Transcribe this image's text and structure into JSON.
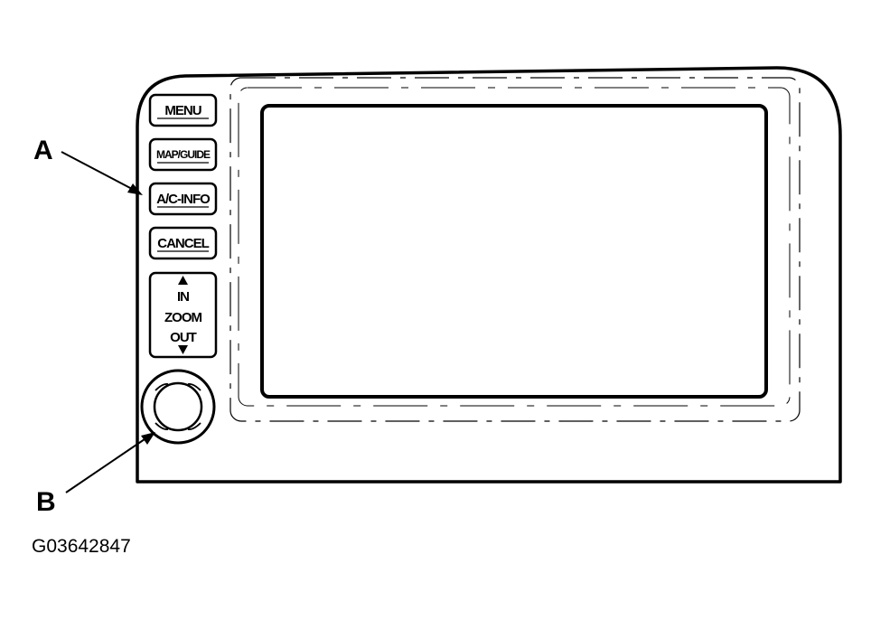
{
  "buttons": {
    "menu": "MENU",
    "map_guide": "MAP/GUIDE",
    "ac_info": "A/C-INFO",
    "cancel": "CANCEL"
  },
  "zoom": {
    "in_label": "IN",
    "zoom_label": "ZOOM",
    "out_label": "OUT"
  },
  "callouts": {
    "a": "A",
    "b": "B"
  },
  "figure_id": "G03642847"
}
